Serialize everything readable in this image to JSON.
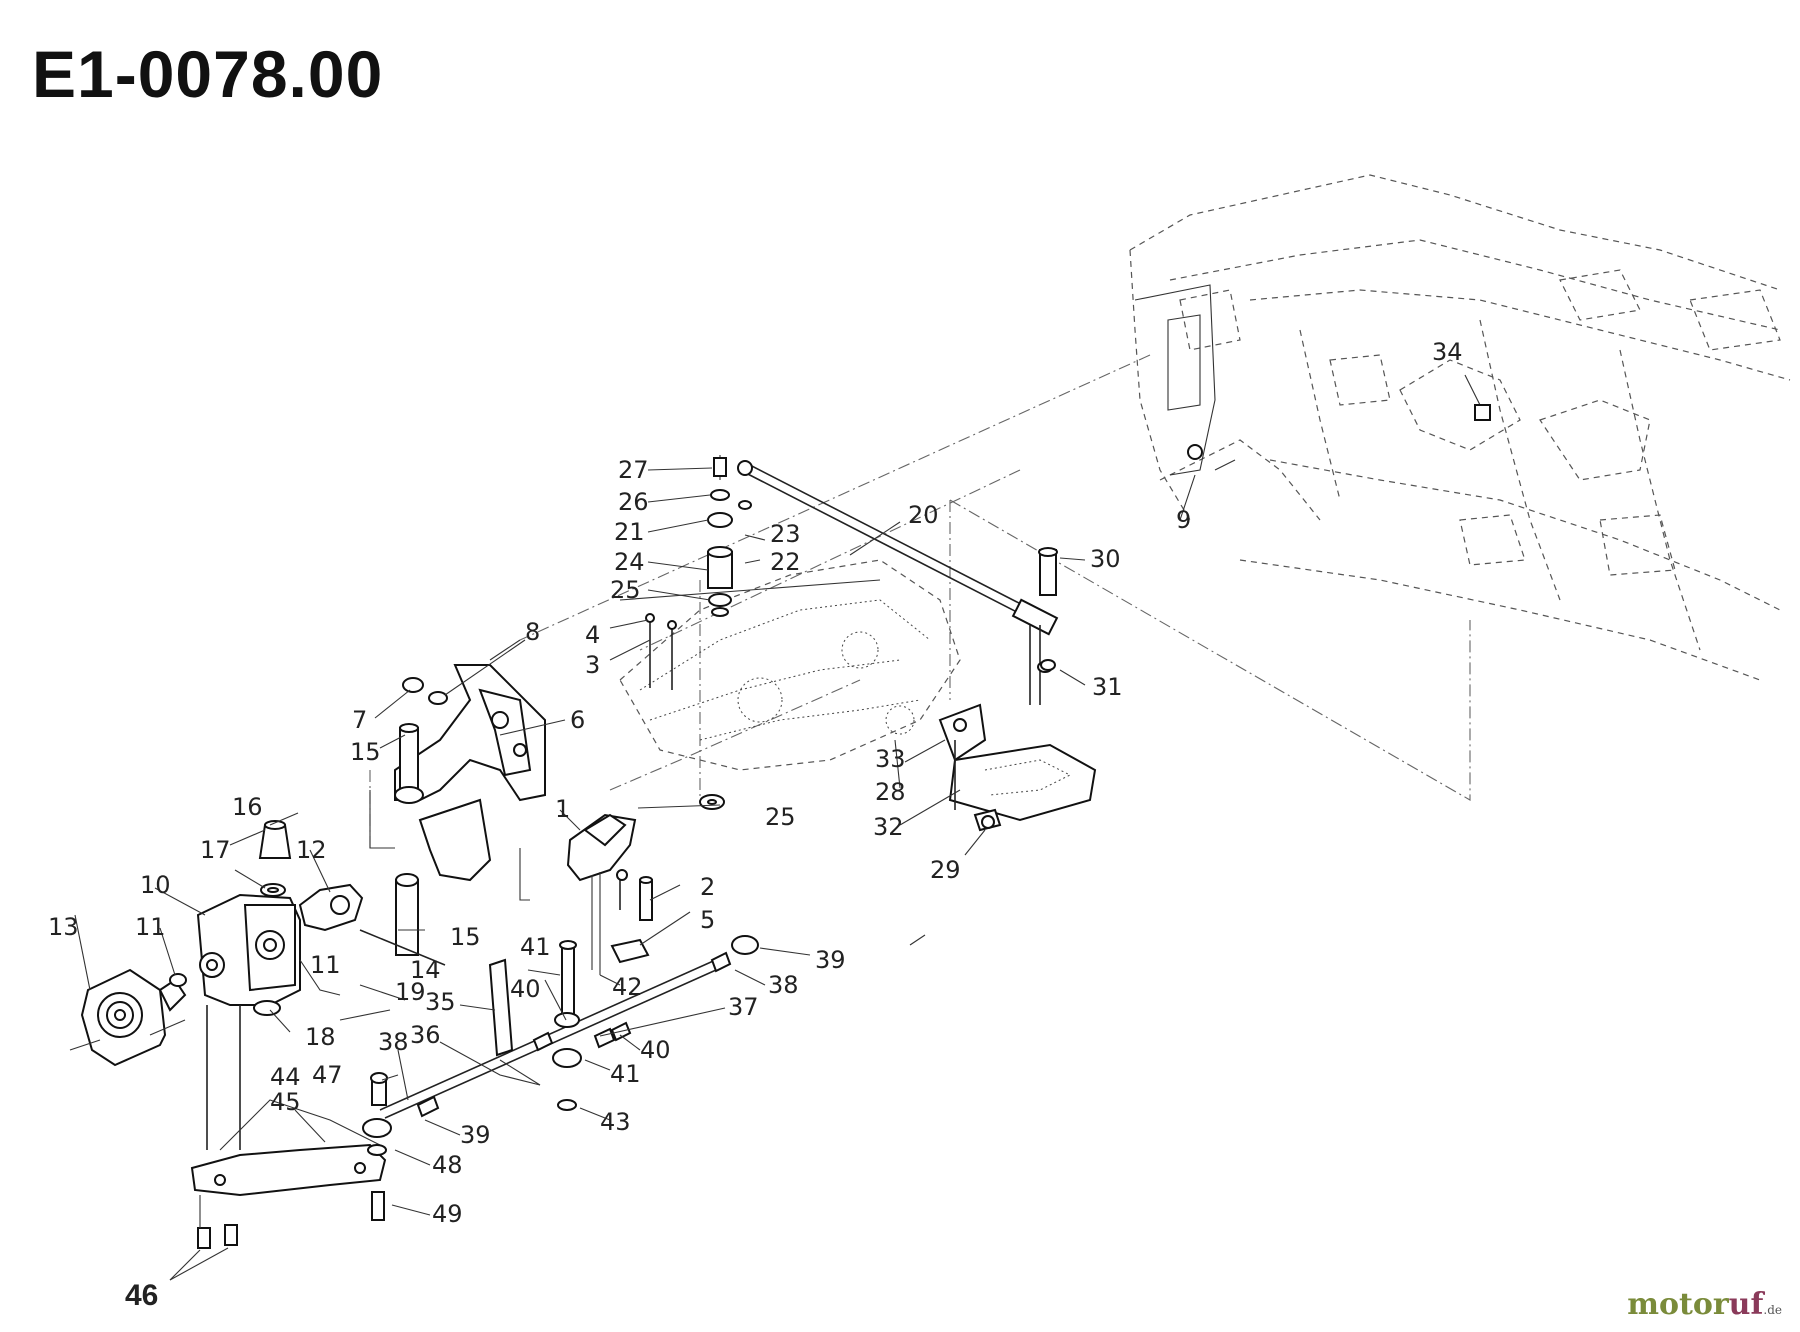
{
  "title": "E1-0078.00",
  "watermark": {
    "brand_a": "motor",
    "brand_b": "uf",
    "tld": ".de"
  },
  "callouts": {
    "c1": "1",
    "c2": "2",
    "c3": "3",
    "c4": "4",
    "c5": "5",
    "c6": "6",
    "c7": "7",
    "c8": "8",
    "c9": "9",
    "c10": "10",
    "c11a": "11",
    "c11b": "11",
    "c12": "12",
    "c13": "13",
    "c14": "14",
    "c15a": "15",
    "c15b": "15",
    "c16": "16",
    "c17": "17",
    "c18": "18",
    "c19": "19",
    "c20": "20",
    "c21": "21",
    "c22": "22",
    "c23": "23",
    "c24": "24",
    "c25a": "25",
    "c25b": "25",
    "c26": "26",
    "c27": "27",
    "c28": "28",
    "c29": "29",
    "c30": "30",
    "c31": "31",
    "c32": "32",
    "c33": "33",
    "c34": "34",
    "c35": "35",
    "c36": "36",
    "c37": "37",
    "c38a": "38",
    "c38b": "38",
    "c39a": "39",
    "c39b": "39",
    "c40a": "40",
    "c40b": "40",
    "c41a": "41",
    "c41b": "41",
    "c42": "42",
    "c43": "43",
    "c44": "44",
    "c45": "45",
    "c46": "46",
    "c47": "47",
    "c48": "48",
    "c49": "49"
  }
}
